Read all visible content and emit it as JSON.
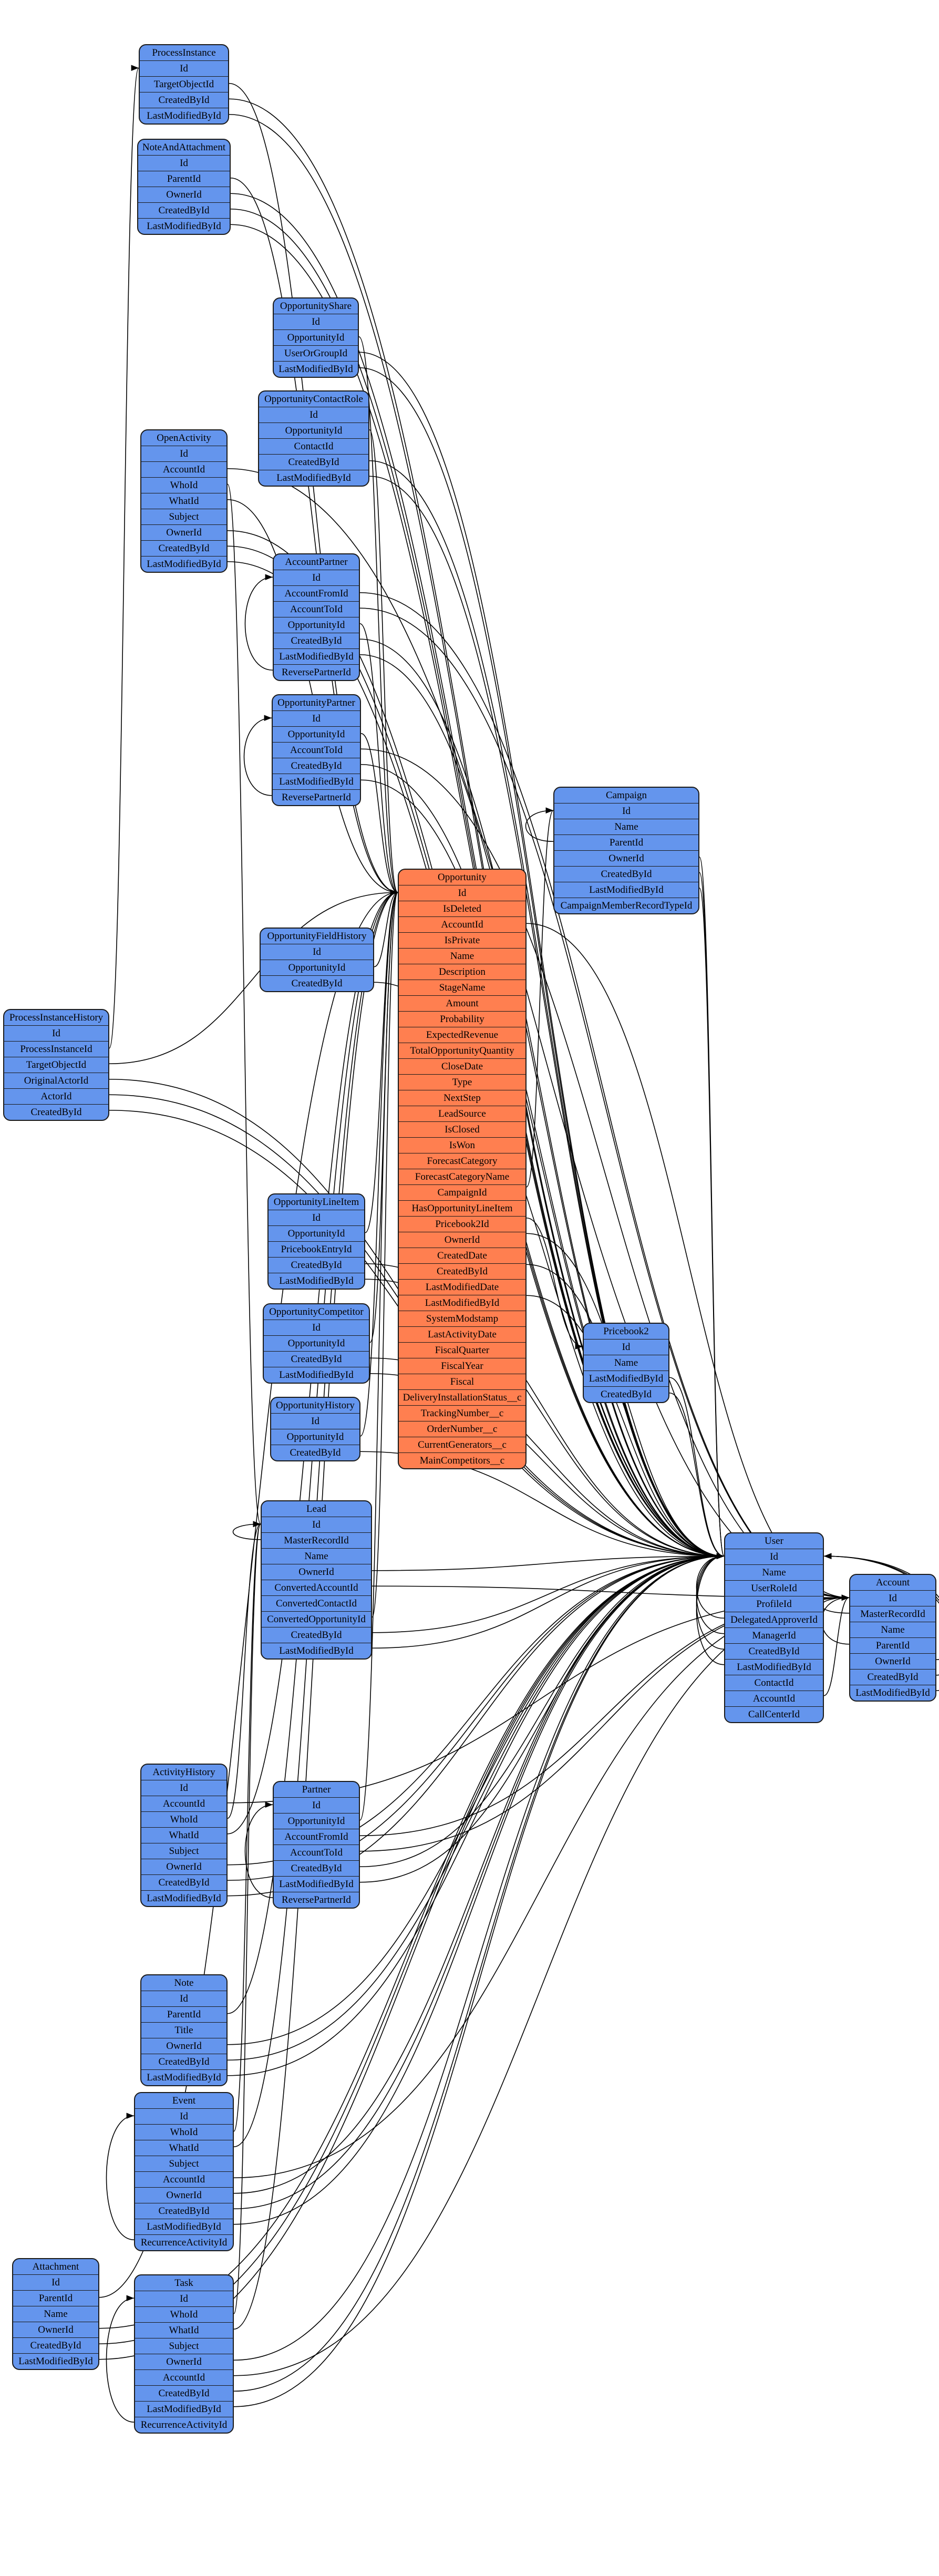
{
  "diagram": {
    "type": "entity-relationship",
    "colors": {
      "entity_fill": "#6495ed",
      "focus_fill": "#ff7f50",
      "stroke": "#1a1a1a"
    },
    "entities": [
      {
        "name": "ProcessInstance",
        "fields": [
          "Id",
          "TargetObjectId",
          "CreatedById",
          "LastModifiedById"
        ]
      },
      {
        "name": "NoteAndAttachment",
        "fields": [
          "Id",
          "ParentId",
          "OwnerId",
          "CreatedById",
          "LastModifiedById"
        ]
      },
      {
        "name": "OpportunityShare",
        "fields": [
          "Id",
          "OpportunityId",
          "UserOrGroupId",
          "LastModifiedById"
        ]
      },
      {
        "name": "OpportunityContactRole",
        "fields": [
          "Id",
          "OpportunityId",
          "ContactId",
          "CreatedById",
          "LastModifiedById"
        ]
      },
      {
        "name": "OpenActivity",
        "fields": [
          "Id",
          "AccountId",
          "WhoId",
          "WhatId",
          "Subject",
          "OwnerId",
          "CreatedById",
          "LastModifiedById"
        ]
      },
      {
        "name": "AccountPartner",
        "fields": [
          "Id",
          "AccountFromId",
          "AccountToId",
          "OpportunityId",
          "CreatedById",
          "LastModifiedById",
          "ReversePartnerId"
        ]
      },
      {
        "name": "OpportunityPartner",
        "fields": [
          "Id",
          "OpportunityId",
          "AccountToId",
          "CreatedById",
          "LastModifiedById",
          "ReversePartnerId"
        ]
      },
      {
        "name": "Campaign",
        "fields": [
          "Id",
          "Name",
          "ParentId",
          "OwnerId",
          "CreatedById",
          "LastModifiedById",
          "CampaignMemberRecordTypeId"
        ]
      },
      {
        "name": "Opportunity",
        "focus": true,
        "fields": [
          "Id",
          "IsDeleted",
          "AccountId",
          "IsPrivate",
          "Name",
          "Description",
          "StageName",
          "Amount",
          "Probability",
          "ExpectedRevenue",
          "TotalOpportunityQuantity",
          "CloseDate",
          "Type",
          "NextStep",
          "LeadSource",
          "IsClosed",
          "IsWon",
          "ForecastCategory",
          "ForecastCategoryName",
          "CampaignId",
          "HasOpportunityLineItem",
          "Pricebook2Id",
          "OwnerId",
          "CreatedDate",
          "CreatedById",
          "LastModifiedDate",
          "LastModifiedById",
          "SystemModstamp",
          "LastActivityDate",
          "FiscalQuarter",
          "FiscalYear",
          "Fiscal",
          "DeliveryInstallationStatus__c",
          "TrackingNumber__c",
          "OrderNumber__c",
          "CurrentGenerators__c",
          "MainCompetitors__c"
        ]
      },
      {
        "name": "OpportunityFieldHistory",
        "fields": [
          "Id",
          "OpportunityId",
          "CreatedById"
        ]
      },
      {
        "name": "ProcessInstanceHistory",
        "fields": [
          "Id",
          "ProcessInstanceId",
          "TargetObjectId",
          "OriginalActorId",
          "ActorId",
          "CreatedById"
        ]
      },
      {
        "name": "OpportunityLineItem",
        "fields": [
          "Id",
          "OpportunityId",
          "PricebookEntryId",
          "CreatedById",
          "LastModifiedById"
        ]
      },
      {
        "name": "OpportunityCompetitor",
        "fields": [
          "Id",
          "OpportunityId",
          "CreatedById",
          "LastModifiedById"
        ]
      },
      {
        "name": "OpportunityHistory",
        "fields": [
          "Id",
          "OpportunityId",
          "CreatedById"
        ]
      },
      {
        "name": "Pricebook2",
        "fields": [
          "Id",
          "Name",
          "LastModifiedById",
          "CreatedById"
        ]
      },
      {
        "name": "Lead",
        "fields": [
          "Id",
          "MasterRecordId",
          "Name",
          "OwnerId",
          "ConvertedAccountId",
          "ConvertedContactId",
          "ConvertedOpportunityId",
          "CreatedById",
          "LastModifiedById"
        ]
      },
      {
        "name": "User",
        "fields": [
          "Id",
          "Name",
          "UserRoleId",
          "ProfileId",
          "DelegatedApproverId",
          "ManagerId",
          "CreatedById",
          "LastModifiedById",
          "ContactId",
          "AccountId",
          "CallCenterId"
        ]
      },
      {
        "name": "Account",
        "fields": [
          "Id",
          "MasterRecordId",
          "Name",
          "ParentId",
          "OwnerId",
          "CreatedById",
          "LastModifiedById"
        ]
      },
      {
        "name": "ActivityHistory",
        "fields": [
          "Id",
          "AccountId",
          "WhoId",
          "WhatId",
          "Subject",
          "OwnerId",
          "CreatedById",
          "LastModifiedById"
        ]
      },
      {
        "name": "Partner",
        "fields": [
          "Id",
          "OpportunityId",
          "AccountFromId",
          "AccountToId",
          "CreatedById",
          "LastModifiedById",
          "ReversePartnerId"
        ]
      },
      {
        "name": "Note",
        "fields": [
          "Id",
          "ParentId",
          "Title",
          "OwnerId",
          "CreatedById",
          "LastModifiedById"
        ]
      },
      {
        "name": "Event",
        "fields": [
          "Id",
          "WhoId",
          "WhatId",
          "Subject",
          "AccountId",
          "OwnerId",
          "CreatedById",
          "LastModifiedById",
          "RecurrenceActivityId"
        ]
      },
      {
        "name": "Attachment",
        "fields": [
          "Id",
          "ParentId",
          "Name",
          "OwnerId",
          "CreatedById",
          "LastModifiedById"
        ]
      },
      {
        "name": "Task",
        "fields": [
          "Id",
          "WhoId",
          "WhatId",
          "Subject",
          "OwnerId",
          "AccountId",
          "CreatedById",
          "LastModifiedById",
          "RecurrenceActivityId"
        ]
      }
    ],
    "relations": [
      [
        "ProcessInstance.TargetObjectId",
        "Opportunity.Id"
      ],
      [
        "ProcessInstance.CreatedById",
        "User.Id"
      ],
      [
        "ProcessInstance.LastModifiedById",
        "User.Id"
      ],
      [
        "NoteAndAttachment.ParentId",
        "Opportunity.Id"
      ],
      [
        "NoteAndAttachment.OwnerId",
        "User.Id"
      ],
      [
        "NoteAndAttachment.CreatedById",
        "User.Id"
      ],
      [
        "NoteAndAttachment.LastModifiedById",
        "User.Id"
      ],
      [
        "OpportunityShare.OpportunityId",
        "Opportunity.Id"
      ],
      [
        "OpportunityShare.UserOrGroupId",
        "User.Id"
      ],
      [
        "OpportunityShare.LastModifiedById",
        "User.Id"
      ],
      [
        "OpportunityContactRole.OpportunityId",
        "Opportunity.Id"
      ],
      [
        "OpportunityContactRole.CreatedById",
        "User.Id"
      ],
      [
        "OpportunityContactRole.LastModifiedById",
        "User.Id"
      ],
      [
        "OpenActivity.AccountId",
        "Account.Id"
      ],
      [
        "OpenActivity.WhoId",
        "Lead.Id"
      ],
      [
        "OpenActivity.WhatId",
        "Opportunity.Id"
      ],
      [
        "OpenActivity.OwnerId",
        "User.Id"
      ],
      [
        "OpenActivity.CreatedById",
        "User.Id"
      ],
      [
        "OpenActivity.LastModifiedById",
        "User.Id"
      ],
      [
        "AccountPartner.AccountFromId",
        "Account.Id"
      ],
      [
        "AccountPartner.AccountToId",
        "Account.Id"
      ],
      [
        "AccountPartner.OpportunityId",
        "Opportunity.Id"
      ],
      [
        "AccountPartner.CreatedById",
        "User.Id"
      ],
      [
        "AccountPartner.LastModifiedById",
        "User.Id"
      ],
      [
        "AccountPartner.ReversePartnerId",
        "AccountPartner.Id"
      ],
      [
        "OpportunityPartner.OpportunityId",
        "Opportunity.Id"
      ],
      [
        "OpportunityPartner.AccountToId",
        "Account.Id"
      ],
      [
        "OpportunityPartner.CreatedById",
        "User.Id"
      ],
      [
        "OpportunityPartner.LastModifiedById",
        "User.Id"
      ],
      [
        "OpportunityPartner.ReversePartnerId",
        "OpportunityPartner.Id"
      ],
      [
        "Campaign.ParentId",
        "Campaign.Id"
      ],
      [
        "Campaign.OwnerId",
        "User.Id"
      ],
      [
        "Campaign.CreatedById",
        "User.Id"
      ],
      [
        "Campaign.LastModifiedById",
        "User.Id"
      ],
      [
        "Opportunity.AccountId",
        "Account.Id"
      ],
      [
        "Opportunity.CampaignId",
        "Campaign.Id"
      ],
      [
        "Opportunity.Pricebook2Id",
        "Pricebook2.Id"
      ],
      [
        "Opportunity.OwnerId",
        "User.Id"
      ],
      [
        "Opportunity.CreatedById",
        "User.Id"
      ],
      [
        "Opportunity.LastModifiedById",
        "User.Id"
      ],
      [
        "OpportunityFieldHistory.OpportunityId",
        "Opportunity.Id"
      ],
      [
        "OpportunityFieldHistory.CreatedById",
        "User.Id"
      ],
      [
        "ProcessInstanceHistory.ProcessInstanceId",
        "ProcessInstance.Id"
      ],
      [
        "ProcessInstanceHistory.TargetObjectId",
        "Opportunity.Id"
      ],
      [
        "ProcessInstanceHistory.OriginalActorId",
        "User.Id"
      ],
      [
        "ProcessInstanceHistory.ActorId",
        "User.Id"
      ],
      [
        "ProcessInstanceHistory.CreatedById",
        "User.Id"
      ],
      [
        "OpportunityLineItem.OpportunityId",
        "Opportunity.Id"
      ],
      [
        "OpportunityLineItem.CreatedById",
        "User.Id"
      ],
      [
        "OpportunityLineItem.LastModifiedById",
        "User.Id"
      ],
      [
        "OpportunityCompetitor.OpportunityId",
        "Opportunity.Id"
      ],
      [
        "OpportunityCompetitor.CreatedById",
        "User.Id"
      ],
      [
        "OpportunityCompetitor.LastModifiedById",
        "User.Id"
      ],
      [
        "OpportunityHistory.OpportunityId",
        "Opportunity.Id"
      ],
      [
        "OpportunityHistory.CreatedById",
        "User.Id"
      ],
      [
        "Pricebook2.LastModifiedById",
        "User.Id"
      ],
      [
        "Pricebook2.CreatedById",
        "User.Id"
      ],
      [
        "Lead.MasterRecordId",
        "Lead.Id"
      ],
      [
        "Lead.OwnerId",
        "User.Id"
      ],
      [
        "Lead.ConvertedAccountId",
        "Account.Id"
      ],
      [
        "Lead.ConvertedOpportunityId",
        "Opportunity.Id"
      ],
      [
        "Lead.CreatedById",
        "User.Id"
      ],
      [
        "Lead.LastModifiedById",
        "User.Id"
      ],
      [
        "User.DelegatedApproverId",
        "User.Id"
      ],
      [
        "User.ManagerId",
        "User.Id"
      ],
      [
        "User.CreatedById",
        "User.Id"
      ],
      [
        "User.LastModifiedById",
        "User.Id"
      ],
      [
        "User.AccountId",
        "Account.Id"
      ],
      [
        "Account.MasterRecordId",
        "Account.Id"
      ],
      [
        "Account.ParentId",
        "Account.Id"
      ],
      [
        "Account.OwnerId",
        "User.Id"
      ],
      [
        "Account.CreatedById",
        "User.Id"
      ],
      [
        "Account.LastModifiedById",
        "User.Id"
      ],
      [
        "ActivityHistory.AccountId",
        "Account.Id"
      ],
      [
        "ActivityHistory.WhoId",
        "Lead.Id"
      ],
      [
        "ActivityHistory.WhatId",
        "Opportunity.Id"
      ],
      [
        "ActivityHistory.OwnerId",
        "User.Id"
      ],
      [
        "ActivityHistory.CreatedById",
        "User.Id"
      ],
      [
        "ActivityHistory.LastModifiedById",
        "User.Id"
      ],
      [
        "Partner.OpportunityId",
        "Opportunity.Id"
      ],
      [
        "Partner.AccountFromId",
        "Account.Id"
      ],
      [
        "Partner.AccountToId",
        "Account.Id"
      ],
      [
        "Partner.CreatedById",
        "User.Id"
      ],
      [
        "Partner.LastModifiedById",
        "User.Id"
      ],
      [
        "Partner.ReversePartnerId",
        "Partner.Id"
      ],
      [
        "Note.ParentId",
        "Opportunity.Id"
      ],
      [
        "Note.OwnerId",
        "User.Id"
      ],
      [
        "Note.CreatedById",
        "User.Id"
      ],
      [
        "Note.LastModifiedById",
        "User.Id"
      ],
      [
        "Event.WhoId",
        "Lead.Id"
      ],
      [
        "Event.WhatId",
        "Opportunity.Id"
      ],
      [
        "Event.AccountId",
        "Account.Id"
      ],
      [
        "Event.OwnerId",
        "User.Id"
      ],
      [
        "Event.CreatedById",
        "User.Id"
      ],
      [
        "Event.LastModifiedById",
        "User.Id"
      ],
      [
        "Event.RecurrenceActivityId",
        "Event.Id"
      ],
      [
        "Attachment.ParentId",
        "Opportunity.Id"
      ],
      [
        "Attachment.OwnerId",
        "User.Id"
      ],
      [
        "Attachment.CreatedById",
        "User.Id"
      ],
      [
        "Attachment.LastModifiedById",
        "User.Id"
      ],
      [
        "Task.WhoId",
        "Lead.Id"
      ],
      [
        "Task.WhatId",
        "Opportunity.Id"
      ],
      [
        "Task.OwnerId",
        "User.Id"
      ],
      [
        "Task.AccountId",
        "Account.Id"
      ],
      [
        "Task.CreatedById",
        "User.Id"
      ],
      [
        "Task.LastModifiedById",
        "User.Id"
      ],
      [
        "Task.RecurrenceActivityId",
        "Task.Id"
      ]
    ]
  }
}
